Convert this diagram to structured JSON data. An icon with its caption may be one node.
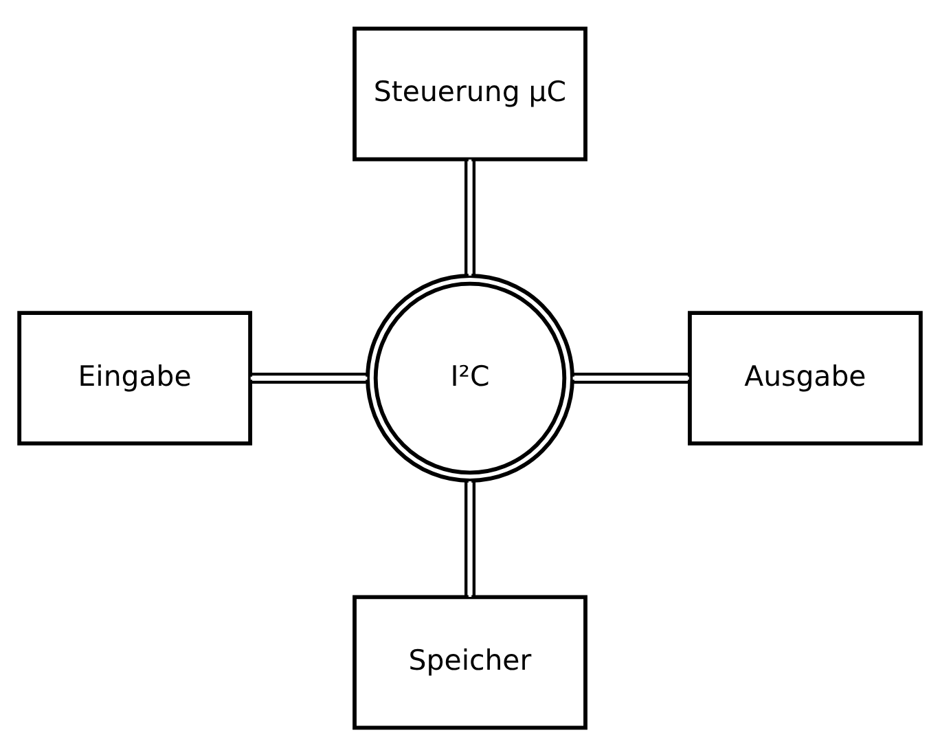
{
  "diagram": {
    "nodes": [
      {
        "text": [
          "Steuerung μC"
        ]
      },
      {
        "text": [
          "Eingabe"
        ]
      },
      {
        "text": [
          "I²C"
        ]
      },
      {
        "text": [
          "Ausgabe"
        ]
      },
      {
        "text": [
          "Speicher"
        ]
      }
    ],
    "edges": [
      {
        "from": 0,
        "to": 2,
        "arrow": "none"
      },
      {
        "from": 1,
        "to": 2,
        "arrow": "none"
      },
      {
        "from": 2,
        "to": 3,
        "arrow": "none"
      },
      {
        "from": 2,
        "to": 4,
        "arrow": "none"
      }
    ]
  }
}
